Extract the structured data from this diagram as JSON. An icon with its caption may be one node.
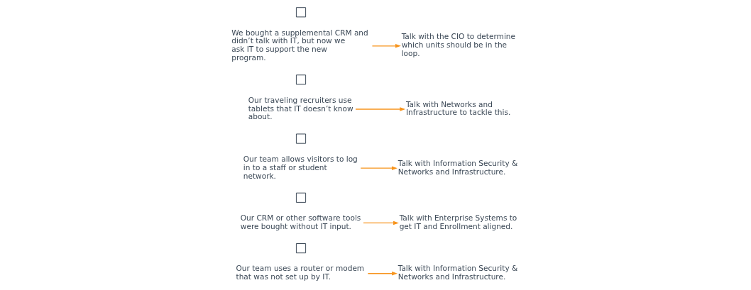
{
  "diagram": {
    "nodes": [
      {
        "text": [],
        "shape": "box"
      },
      {
        "text": [
          "Our team uses a router or modem that was not set up by IT."
        ]
      },
      {
        "text": [
          "Talk with Information Security & Networks and Infrastructure."
        ]
      },
      {
        "text": [],
        "shape": "box"
      },
      {
        "text": [
          "Our CRM or other software tools were bought without IT input."
        ]
      },
      {
        "text": [
          "Talk with Enterprise Systems to get IT and Enrollment aligned."
        ]
      },
      {
        "text": [],
        "shape": "box"
      },
      {
        "text": [
          "Our team allows visitors to log in to a staff or student network."
        ]
      },
      {
        "text": [
          "Talk with Information Security & Networks and Infrastructure."
        ]
      },
      {
        "text": [],
        "shape": "box"
      },
      {
        "text": [
          "Our traveling recruiters use tablets that IT doesn’t know about."
        ]
      },
      {
        "text": [
          "Talk with Networks and Infrastructure to tackle this."
        ]
      },
      {
        "text": [],
        "shape": "box"
      },
      {
        "text": [
          "We bought a supplemental CRM and didn’t talk with IT, but now we ask IT to support the new program."
        ]
      },
      {
        "text": [
          "Talk with the CIO to determine which units should be in the loop."
        ]
      }
    ],
    "edges": [
      {
        "from": 1,
        "to": 2,
        "arrow": "to"
      },
      {
        "from": 4,
        "to": 5,
        "arrow": "to"
      },
      {
        "from": 7,
        "to": 8,
        "arrow": "to"
      },
      {
        "from": 10,
        "to": 11,
        "arrow": "to"
      },
      {
        "from": 13,
        "to": 14,
        "arrow": "to"
      }
    ]
  }
}
